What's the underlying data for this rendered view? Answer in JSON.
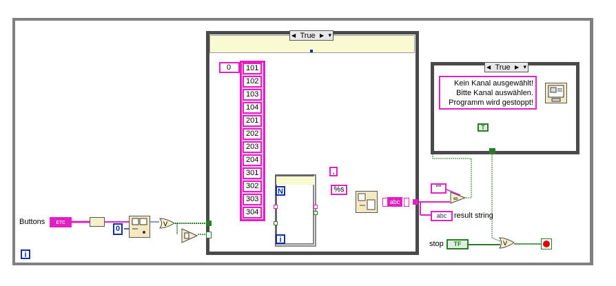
{
  "while_loop": {
    "iteration_terminal": "i"
  },
  "case_structure_main": {
    "selector_value": "True",
    "left_arrow": "◀",
    "right_arrow": "▶",
    "dropdown": "▾"
  },
  "case_structure_right": {
    "selector_value": "True",
    "left_arrow": "◀",
    "right_arrow": "▶",
    "dropdown": "▾"
  },
  "array": {
    "index": "0",
    "items": [
      "101",
      "102",
      "103",
      "104",
      "201",
      "202",
      "203",
      "204",
      "301",
      "302",
      "303",
      "304"
    ]
  },
  "for_loop": {
    "count_terminal": "N",
    "iteration_terminal": "i"
  },
  "constants": {
    "zero": "0",
    "comma": ",",
    "format_s": "%s",
    "empty_string": "\"\""
  },
  "labels": {
    "buttons": "Buttons",
    "result_string": "result string",
    "stop": "stop"
  },
  "terminals": {
    "buttons_type": "ᴇᴛᴄ",
    "stop_type": "TF",
    "result_type": "abc",
    "true_const": "T"
  },
  "message": {
    "lines": [
      "Kein Kanal ausgewählt!",
      "Bitte Kanal auswählen.",
      "Programm wird gestoppt!"
    ]
  },
  "colors": {
    "string_wire": "#e020c0",
    "bool_wire": "#2a7a2a",
    "numeric_wire": "#1030a0",
    "frame": "#4a4a4a"
  }
}
